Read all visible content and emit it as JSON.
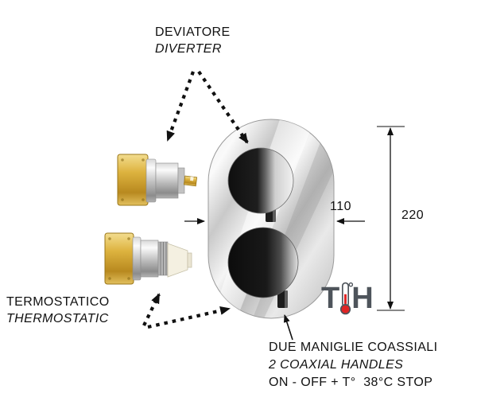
{
  "labels": {
    "diverter": {
      "it": "DEVIATORE",
      "en": "DIVERTER"
    },
    "thermostatic": {
      "it": "TERMOSTATICO",
      "en": "THERMOSTATIC"
    },
    "handles": {
      "it": "DUE MANIGLIE COASSIALI",
      "en": "2 COAXIAL HANDLES",
      "spec": "ON - OFF + T°  38°C STOP"
    }
  },
  "dimensions": {
    "width": "110",
    "height": "220"
  },
  "logo": {
    "t": "T",
    "h": "H"
  },
  "colors": {
    "brass": "#DDB33F",
    "chrome": "#C9C9C9",
    "handle_dark": "#1B1B1B",
    "thermometer_red": "#E02424",
    "logo_text": "#4E545B",
    "text": "#111111"
  }
}
